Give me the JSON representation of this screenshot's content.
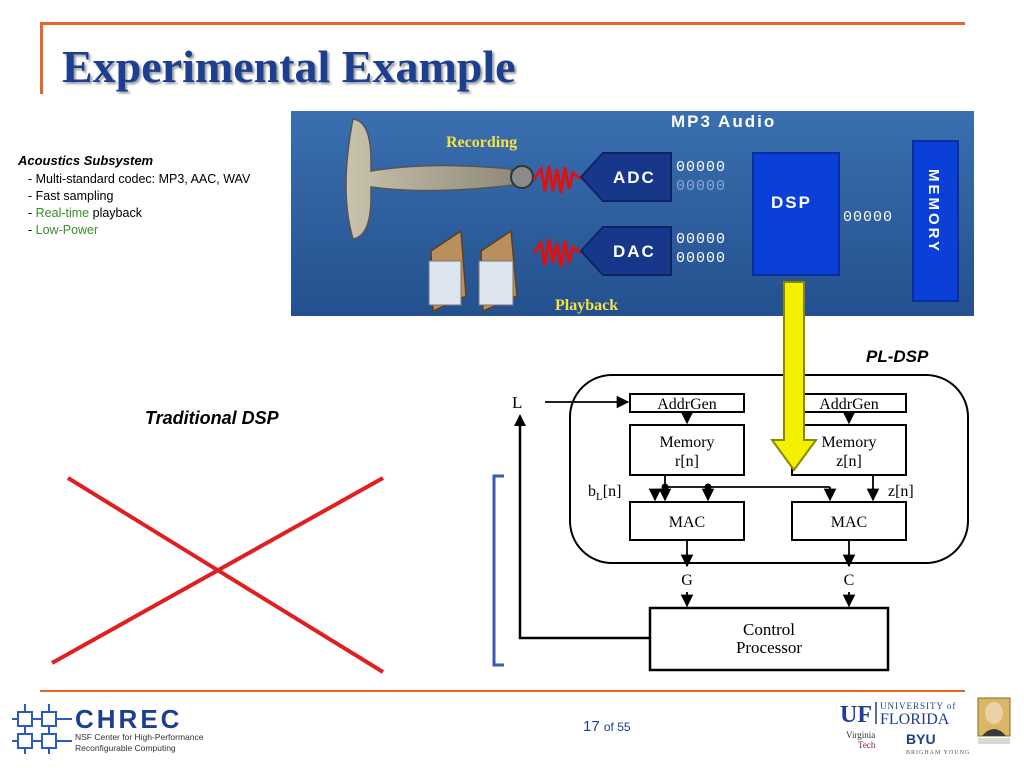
{
  "slide": {
    "title": "Experimental Example",
    "subsystem_heading": "Acoustics Subsystem",
    "bullets": [
      {
        "dash": "- ",
        "text": "Multi-standard codec: MP3, AAC, WAV",
        "highlight": "",
        "rest": ""
      },
      {
        "dash": "- ",
        "text": "Fast sampling",
        "highlight": "",
        "rest": ""
      },
      {
        "dash": "- ",
        "text": "",
        "highlight": "Real-time",
        "rest": " playback"
      },
      {
        "dash": "- ",
        "text": "",
        "highlight": "Low-Power",
        "rest": ""
      }
    ],
    "traditional_label": "Traditional DSP",
    "pldsp_label": "PL-DSP",
    "page": {
      "current": "17",
      "of_label": "of 55"
    }
  },
  "mp3_figure": {
    "title": "MP3 Audio",
    "recording": "Recording",
    "playback": "Playback",
    "adc": "ADC",
    "dac": "DAC",
    "dsp": "DSP",
    "memory": "MEMORY",
    "bits": "00000"
  },
  "pl_dsp_diagram": {
    "input_L": "L",
    "addrgen_left": "AddrGen",
    "addrgen_right": "AddrGen",
    "memory_left": "Memory",
    "memory_left_sig": "r[n]",
    "memory_right": "Memory",
    "memory_right_sig": "z[n]",
    "bl_label_b": "b",
    "bl_label_sub": "L",
    "bl_label_n": "[n]",
    "zn_label": "z[n]",
    "mac_left": "MAC",
    "mac_right": "MAC",
    "out_G": "G",
    "out_C": "C",
    "control_line1": "Control",
    "control_line2": "Processor"
  },
  "footer": {
    "chrec_name": "CHREC",
    "chrec_sub1": "NSF Center for High-Performance",
    "chrec_sub2": "Reconfigurable Computing",
    "uf_short": "UF",
    "uf_university": "UNIVERSITY of",
    "uf_florida": "FLORIDA",
    "vt_line1": "Virginia",
    "vt_line2": "Tech",
    "byu": "BYU",
    "byu_sub": "BRIGHAM YOUNG"
  },
  "colors": {
    "accent": "#e8652a",
    "title_blue": "#1d3f8f",
    "cross_red": "#e02020",
    "arrow_yellow": "#f4f000",
    "highlight_green": "#3c8d2f",
    "mp3_bg": "#2a5a99",
    "dsp_blue": "#0a40d8"
  }
}
